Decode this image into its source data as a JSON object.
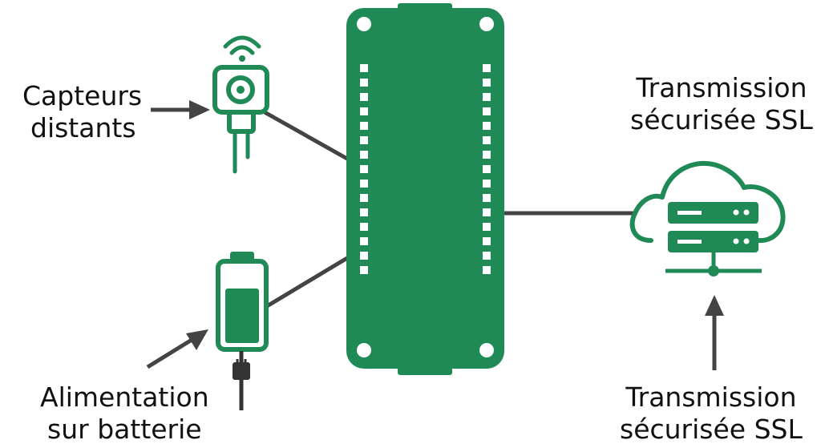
{
  "labels": {
    "sensors": {
      "line1": "Capteurs",
      "line2": "distants"
    },
    "battery": {
      "line1": "Alimentation",
      "line2": "sur batterie"
    },
    "cloud_top": {
      "line1": "Transmission",
      "line2": "sécurisée SSL"
    },
    "cloud_bottom": {
      "line1": "Transmission",
      "line2": "sécurisée SSL"
    }
  },
  "colors": {
    "accent": "#1f8a55",
    "board": "#1f8a55",
    "line": "#444444",
    "text": "#111111",
    "background": "#ffffff"
  },
  "icons": {
    "sensor": "wireless-sensor-icon",
    "battery": "battery-icon",
    "plug": "plug-icon",
    "cloud": "cloud-server-icon",
    "board": "microcontroller-board"
  }
}
